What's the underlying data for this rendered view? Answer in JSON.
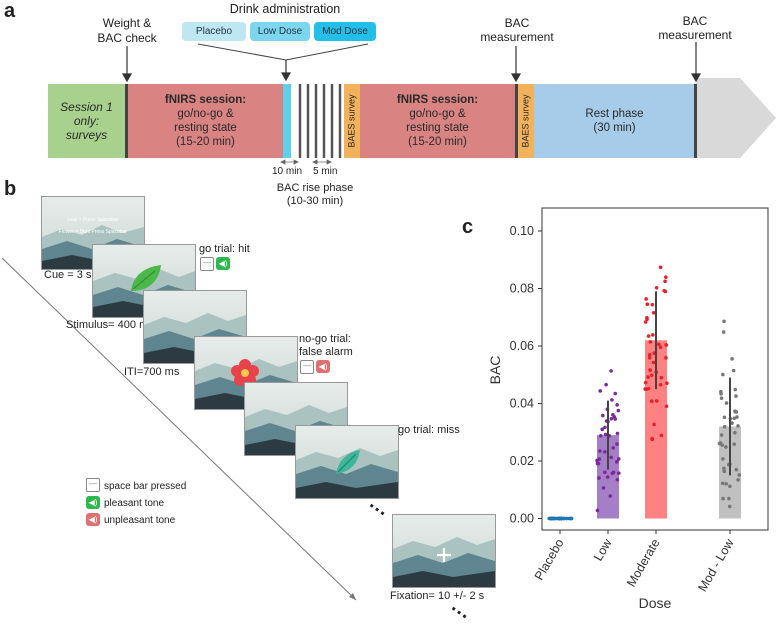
{
  "panel_a": {
    "letter": "a",
    "weight_check": "Weight &\nBAC check",
    "drink_title": "Drink administration",
    "drinks": [
      "Placebo",
      "Low Dose",
      "Mod Dose"
    ],
    "bac_measure_1": "BAC\nmeasurement",
    "bac_measure_2": "BAC\nmeasurement",
    "session1": "Session 1\nonly:\nsurveys",
    "fnirs1_title": "fNIRS session:",
    "fnirs1_body": "go/no-go &\nresting state\n(15-20 min)",
    "baes1": "BAES survey",
    "fnirs2_title": "fNIRS session:",
    "fnirs2_body": "go/no-go &\nresting state\n(15-20 min)",
    "baes2": "BAES survey",
    "rest": "Rest phase\n(30 min)",
    "ten_min": "10 min",
    "five_min": "5 min",
    "rise_phase": "BAC rise phase\n(10-30 min)",
    "colors": {
      "green": "#a9d18e",
      "red": "#d98383",
      "cyan": "#5ed1ea",
      "orange": "#f2b25c",
      "blue": "#a6ccea",
      "arrow": "#d9d9d9"
    }
  },
  "panel_b": {
    "letter": "b",
    "cue_text_1": "Leaf = Press Spacebar",
    "cue_text_2": "Flower = Dont Press Spacebar",
    "cue": "Cue = 3 s",
    "stimulus": "Stimulus= 400 ms",
    "iti": "ITI=700 ms",
    "go_hit": "go trial: hit",
    "nogo": "no-go trial:\nfalse alarm",
    "go_miss": "go trial: miss",
    "fixation": "Fixation= 10 +/- 2 s",
    "legend": [
      "space bar pressed",
      "pleasant tone",
      "unpleasant tone"
    ],
    "ellipsis": "..."
  },
  "panel_c": {
    "letter": "c",
    "chart_data": {
      "type": "bar",
      "categories": [
        "Placebo",
        "Low",
        "Moderate",
        "Mod - Low"
      ],
      "values": [
        0.0,
        0.029,
        0.062,
        0.032
      ],
      "error": [
        0.0,
        0.012,
        0.017,
        0.017
      ],
      "colors": [
        "#1f77b4",
        "#9467bd",
        "#ff6b6b",
        "#b5b5b5"
      ],
      "xlabel": "Dose",
      "ylabel": "BAC",
      "ylim": [
        -0.004,
        0.108
      ],
      "yticks": [
        "0.00",
        "0.02",
        "0.04",
        "0.06",
        "0.08",
        "0.10"
      ],
      "grid": false
    }
  }
}
